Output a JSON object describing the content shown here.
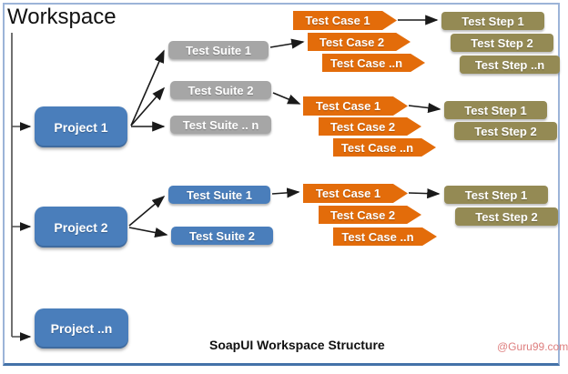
{
  "workspace": {
    "title": "Workspace"
  },
  "projects": [
    {
      "label": "Project 1"
    },
    {
      "label": "Project 2"
    },
    {
      "label": "Project ..n"
    }
  ],
  "suite_groups": {
    "project1": [
      "Test Suite 1",
      "Test Suite 2",
      "Test Suite .. n"
    ],
    "project2": [
      "Test Suite 1",
      "Test Suite 2"
    ]
  },
  "case_groups": {
    "g1": [
      "Test Case 1",
      "Test Case 2",
      "Test Case ..n"
    ],
    "g2": [
      "Test Case 1",
      "Test Case 2",
      "Test Case ..n"
    ],
    "g3": [
      "Test Case 1",
      "Test Case 2",
      "Test Case ..n"
    ]
  },
  "step_groups": {
    "g1": [
      "Test Step 1",
      "Test Step 2",
      "Test Step ..n"
    ],
    "g2": [
      "Test Step 1",
      "Test Step 2"
    ],
    "g3": [
      "Test Step 1",
      "Test Step 2"
    ]
  },
  "footer": {
    "caption": "SoapUI Workspace Structure",
    "watermark": "@Guru99.com"
  },
  "colors": {
    "project_blue": "#4A7EBB",
    "suite_gray": "#A6A6A6",
    "suite_blue": "#4A7EBB",
    "case_orange": "#E36C0A",
    "step_olive": "#948A54",
    "frame_border": "#9CB4D8",
    "frame_bottom_border": "#4472A8",
    "watermark_red": "#DE7E7E",
    "arrow_black": "#1A1A1A"
  }
}
